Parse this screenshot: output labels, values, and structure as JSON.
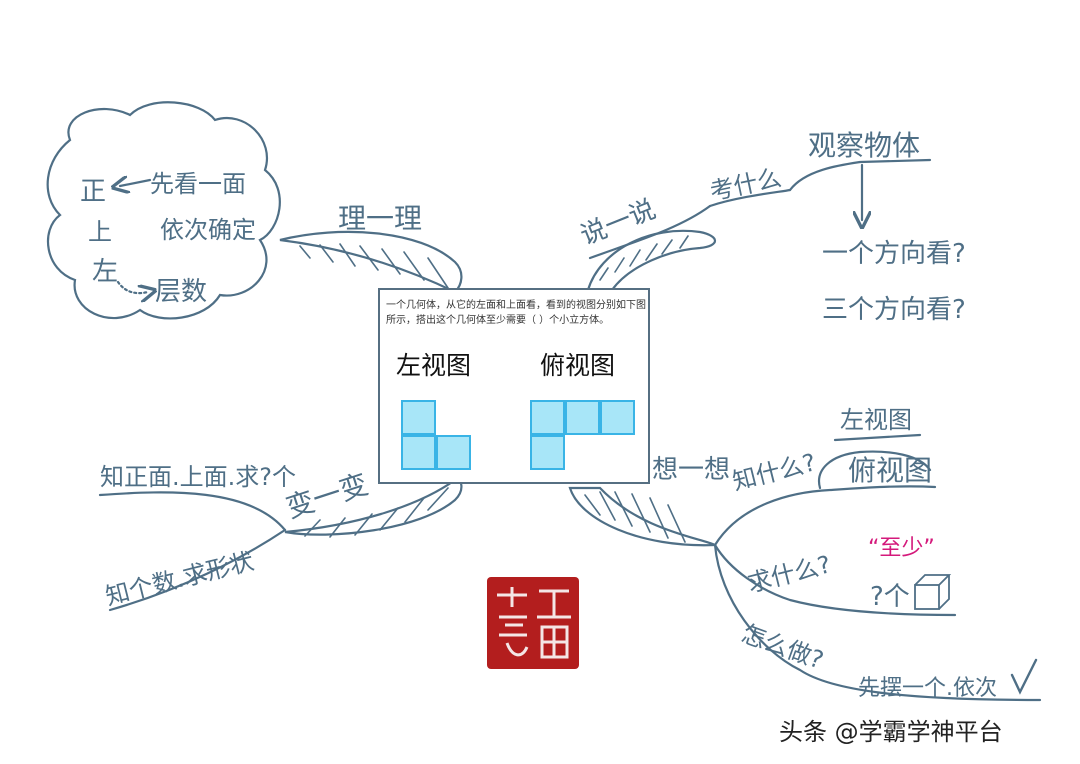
{
  "center": {
    "question": "一个几何体，从它的左面和上面看，看到的视图分别如下图所示，搭出这个几何体至少需要（ ）个小立方体。",
    "left_view_title": "左视图",
    "top_view_title": "俯视图"
  },
  "branches": {
    "organize": {
      "title": "理一理",
      "cloud": {
        "front": "正",
        "top": "上",
        "left": "左",
        "first_look": "先看一面",
        "determine": "依次确定",
        "layers": "层数"
      }
    },
    "talk": {
      "title": "说一说",
      "topic": "观察物体",
      "what_tested": "考什么",
      "one_direction": "一个方向看?",
      "three_directions": "三个方向看?"
    },
    "change": {
      "title": "变一变",
      "known_views": "知正面.上面.求?个",
      "known_count": "知个数.求形状"
    },
    "think": {
      "title": "想一想",
      "know_what": "知什么?",
      "left_view": "左视图",
      "top_view": "俯视图",
      "find_what": "求什么?",
      "at_least": "“至少”",
      "how_many": "?个",
      "how_to": "怎么做?",
      "method": "先摆一个.依次"
    }
  },
  "footer": {
    "watermark": "头条 @学霸学神平台"
  },
  "colors": {
    "line": "#4f6f86",
    "cube_fill": "#a8e6f8",
    "cube_border": "#39b4e6",
    "seal": "#b31e1e",
    "highlight": "#d4197b"
  }
}
